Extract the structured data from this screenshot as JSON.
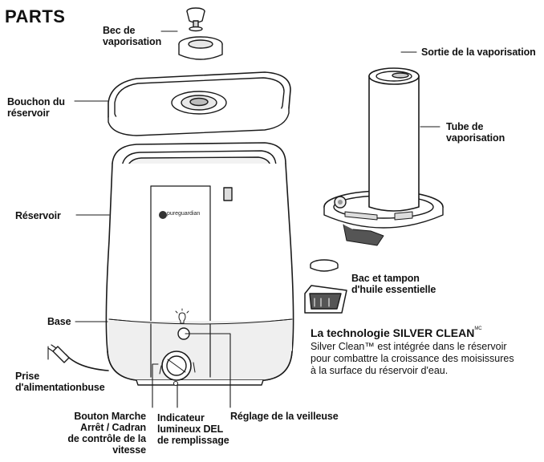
{
  "title": "PARTS",
  "labels": {
    "nozzle": [
      "Bec de",
      "vaporisation"
    ],
    "tank_cap": [
      "Bouchon du",
      "réservoir"
    ],
    "mist_outlet": "Sortie de la vaporisation",
    "mist_tube": [
      "Tube de",
      "vaporisation"
    ],
    "tank": "Réservoir",
    "base": "Base",
    "oil_tray": [
      "Bac et tampon",
      "d'huile essentielle"
    ],
    "power_plug": [
      "Prise",
      "d'alimentationbuse"
    ],
    "power_knob": [
      "Bouton Marche",
      "Arrêt / Cadran",
      "de contrôle de la",
      "vitesse"
    ],
    "refill_led": [
      "Indicateur",
      "lumineux DEL",
      "de remplissage"
    ],
    "nightlight": "Réglage de la veilleuse"
  },
  "brand_logo_text": "pureguardian",
  "technology": {
    "title": "La technologie SILVER CLEAN",
    "title_mark": "MC",
    "body": [
      "Silver Clean™ est intégrée dans le réservoir",
      "pour combattre la croissance des moisissures",
      "à la surface du réservoir d'eau."
    ]
  }
}
